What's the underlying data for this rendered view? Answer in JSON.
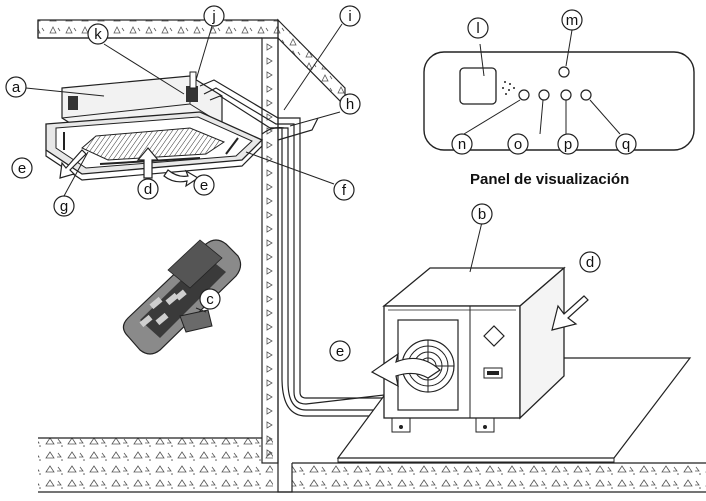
{
  "display_panel": {
    "title": "Panel de visualización"
  },
  "callouts": {
    "a": "a",
    "b": "b",
    "c": "c",
    "d_indoor": "d",
    "d_outdoor": "d",
    "e_indoor_left": "e",
    "e_indoor_bottom": "e",
    "e_outdoor": "e",
    "f": "f",
    "g": "g",
    "h": "h",
    "i": "i",
    "j": "j",
    "k": "k",
    "l": "l",
    "m": "m",
    "n": "n",
    "o": "o",
    "p": "p",
    "q": "q"
  },
  "colors": {
    "line": "#1a1a1a",
    "remote_body": "#8a8a8a",
    "remote_dark": "#3a3a3a",
    "remote_light": "#cfcfcf",
    "hatch": "#555555"
  }
}
